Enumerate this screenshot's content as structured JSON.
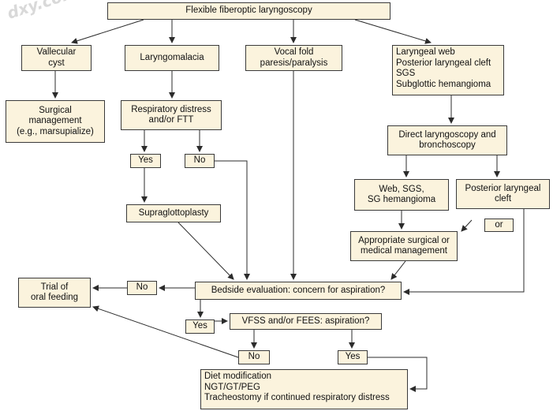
{
  "watermark": "dxy.com",
  "nodes": {
    "flexible": [
      "Flexible fiberoptic laryngoscopy"
    ],
    "vallecular": [
      "Vallecular",
      "cyst"
    ],
    "laryngomalacia": [
      "Laryngomalacia"
    ],
    "vocal": [
      "Vocal fold",
      "paresis/paralysis"
    ],
    "web_group": [
      "Laryngeal web",
      "Posterior laryngeal cleft",
      "SGS",
      "Subglottic hemangioma"
    ],
    "surgical": [
      "Surgical",
      "management",
      "(e.g., marsupialize)"
    ],
    "resp": [
      "Respiratory distress",
      "and/or FTT"
    ],
    "yes1": [
      "Yes"
    ],
    "no1": [
      "No"
    ],
    "supraglotto": [
      "Supraglottoplasty"
    ],
    "direct": [
      "Direct laryngoscopy and",
      "bronchoscopy"
    ],
    "web_sgs": [
      "Web, SGS,",
      "SG hemangioma"
    ],
    "posterior": [
      "Posterior laryngeal",
      "cleft"
    ],
    "or": [
      "or"
    ],
    "appropriate": [
      "Appropriate surgical or",
      "medical management"
    ],
    "trial": [
      "Trial of",
      "oral feeding"
    ],
    "no2": [
      "No"
    ],
    "bedside": [
      "Bedside evaluation: concern for aspiration?"
    ],
    "yes2": [
      "Yes"
    ],
    "vfss": [
      "VFSS and/or FEES: aspiration?"
    ],
    "no3": [
      "No"
    ],
    "yes3": [
      "Yes"
    ],
    "diet": [
      "Diet modification",
      "NGT/GT/PEG",
      "Tracheostomy if continued respiratory distress"
    ]
  }
}
